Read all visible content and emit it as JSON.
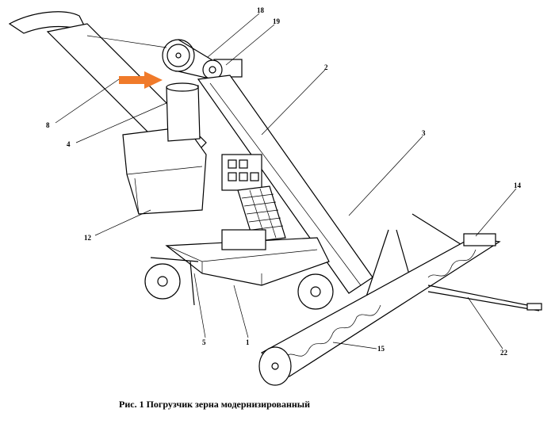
{
  "figure": {
    "caption": "Рис. 1 Погрузчик зерна модернизированный",
    "labels": [
      "18",
      "19",
      "2",
      "8",
      "4",
      "3",
      "14",
      "12",
      "5",
      "1",
      "22",
      "15"
    ],
    "arrow_color": "#f07a2a"
  }
}
